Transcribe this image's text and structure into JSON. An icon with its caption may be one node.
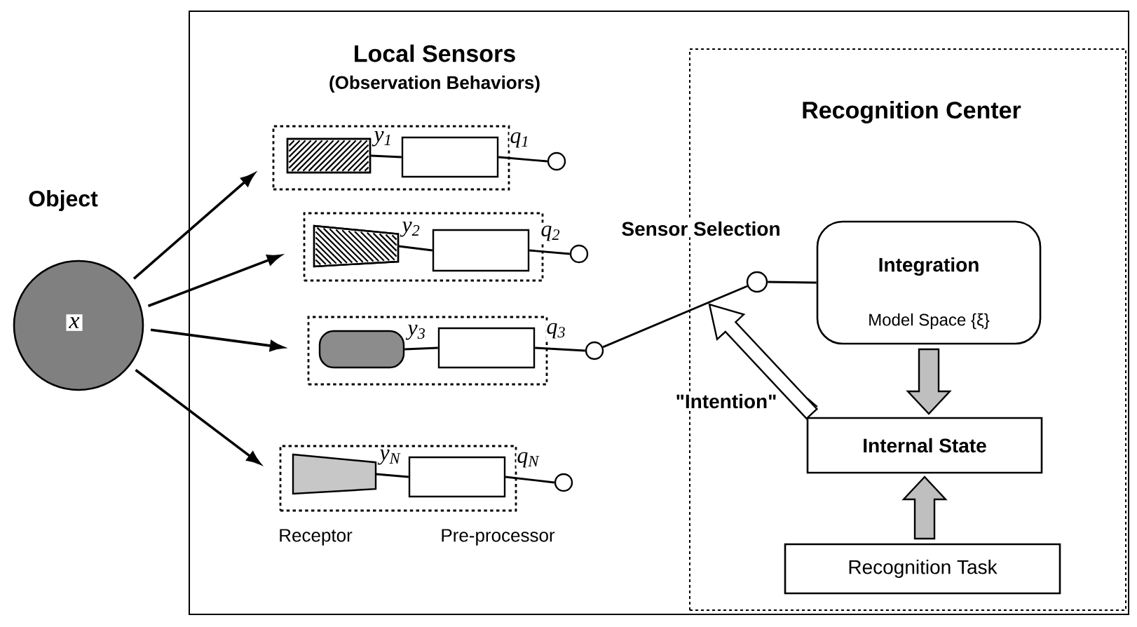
{
  "diagram": {
    "nodes": [
      {
        "text": [
          "Object",
          "x"
        ]
      },
      {
        "text": [],
        "shape": "box"
      },
      {
        "text": [],
        "shape": "box",
        "in": 1
      },
      {
        "text": [],
        "shape": "box",
        "in": 2
      },
      {
        "text": [],
        "shape": "box",
        "in": 2
      },
      {
        "text": [],
        "shape": "circle",
        "in": 1
      },
      {
        "text": [],
        "shape": "box",
        "in": 1
      },
      {
        "text": [],
        "shape": "trapezoid",
        "in": 6
      },
      {
        "text": [],
        "shape": "box",
        "in": 6
      },
      {
        "text": [],
        "shape": "circle",
        "in": 1
      },
      {
        "text": [],
        "shape": "box",
        "in": 1
      },
      {
        "text": [],
        "shape": "capsule",
        "in": 10
      },
      {
        "text": [],
        "shape": "box",
        "in": 10
      },
      {
        "text": [],
        "shape": "circle",
        "in": 1
      },
      {
        "text": [],
        "shape": "box",
        "in": 1
      },
      {
        "text": [],
        "shape": "trapezoid",
        "in": 14
      },
      {
        "text": [],
        "shape": "box",
        "in": 14
      },
      {
        "text": [],
        "shape": "circle",
        "in": 1
      },
      {
        "text": [
          "Recognition Center"
        ],
        "in": 1
      },
      {
        "text": [],
        "shape": "circle",
        "in": 18
      },
      {
        "text": [
          "Integration",
          "Model Space {ξ}"
        ],
        "in": 18
      },
      {
        "text": [
          "Internal State"
        ],
        "in": 18
      },
      {
        "text": [
          "Recognition Task"
        ],
        "in": 18
      }
    ],
    "edges": [
      {
        "from": 0,
        "to": 2,
        "arrow": "to"
      },
      {
        "from": 0,
        "to": 6,
        "arrow": "to"
      },
      {
        "from": 0,
        "to": 10,
        "arrow": "to"
      },
      {
        "from": 0,
        "to": 14,
        "arrow": "to"
      },
      {
        "from": 3,
        "to": 4,
        "arrow": "none",
        "label": "y$_{1}$"
      },
      {
        "from": 4,
        "to": 5,
        "arrow": "none",
        "label": "q$_{1}$"
      },
      {
        "from": 7,
        "to": 8,
        "arrow": "none",
        "label": "y$_{2}$"
      },
      {
        "from": 8,
        "to": 9,
        "arrow": "none",
        "label": "q$_{2}$"
      },
      {
        "from": 11,
        "to": 12,
        "arrow": "none",
        "label": "y$_{3}$"
      },
      {
        "from": 12,
        "to": 13,
        "arrow": "none",
        "label": "q$_{3}$"
      },
      {
        "from": 15,
        "to": 16,
        "arrow": "none",
        "label": "y$_{N}$"
      },
      {
        "from": 16,
        "to": 17,
        "arrow": "none",
        "label": "q$_{N}$"
      },
      {
        "from": 13,
        "to": 19,
        "arrow": "none"
      },
      {
        "from": 19,
        "to": 20,
        "arrow": "none"
      },
      {
        "from": 20,
        "to": 21,
        "arrow": "to",
        "style": "thick"
      },
      {
        "from": 22,
        "to": 21,
        "arrow": "to",
        "style": "thick"
      },
      {
        "from": 21,
        "to": null,
        "arrow": "to",
        "style": "thick",
        "label": "\"Intention\""
      }
    ],
    "labels": [
      "Local Sensors",
      "(Observation Behaviors)",
      "Sensor Selection",
      "Receptor",
      "Pre-processor"
    ]
  }
}
